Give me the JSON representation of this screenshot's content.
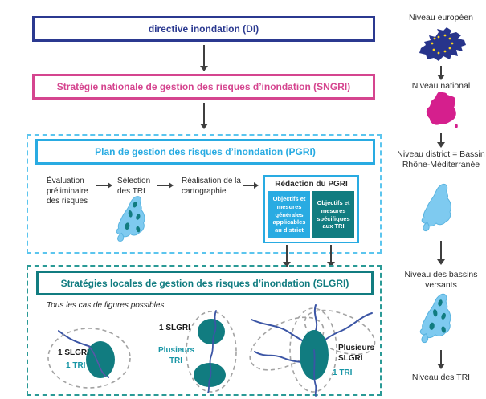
{
  "colors": {
    "dark_blue": "#2b3990",
    "pink": "#d5458f",
    "cyan": "#29abe2",
    "teal": "#117c80",
    "teal_text": "#1695a5",
    "map_blue": "#7ecaf0",
    "river_blue": "#3b55a5",
    "magenta": "#d51f8d",
    "europe_blue": "#27348b",
    "star_yellow": "#fdd51d"
  },
  "flowchart": {
    "di": {
      "label": "directive inondation (DI)"
    },
    "sngri": {
      "label": "Stratégie nationale de gestion des risques d’inondation (SNGRI)"
    },
    "pgri": {
      "title": "Plan de gestion des risques d’inondation (PGRI)",
      "steps": [
        "Évaluation préliminaire des risques",
        "Sélection des TRI",
        "Réalisation de la cartographie"
      ],
      "redaction": {
        "title": "Rédaction du PGRI",
        "general": "Objectifs et mesures générales applicables au district",
        "specific": "Objectifs et mesures spécifiques aux TRI"
      }
    },
    "slgri": {
      "title": "Stratégies locales de gestion des risques d’inondation (SLGRI)",
      "caption": "Tous les cas de figures possibles",
      "cases": [
        {
          "slgri": "1 SLGRI",
          "tri": "1 TRI"
        },
        {
          "slgri": "1 SLGRI",
          "tri": "Plusieurs TRI"
        },
        {
          "slgri": "Plusieurs SLGRI",
          "tri": "1 TRI"
        }
      ]
    }
  },
  "levels": [
    {
      "label": "Niveau européen"
    },
    {
      "label": "Niveau national"
    },
    {
      "label": "Niveau district = Bassin Rhône-Méditerranée"
    },
    {
      "label": "Niveau des bassins versants"
    },
    {
      "label": "Niveau des TRI"
    }
  ]
}
